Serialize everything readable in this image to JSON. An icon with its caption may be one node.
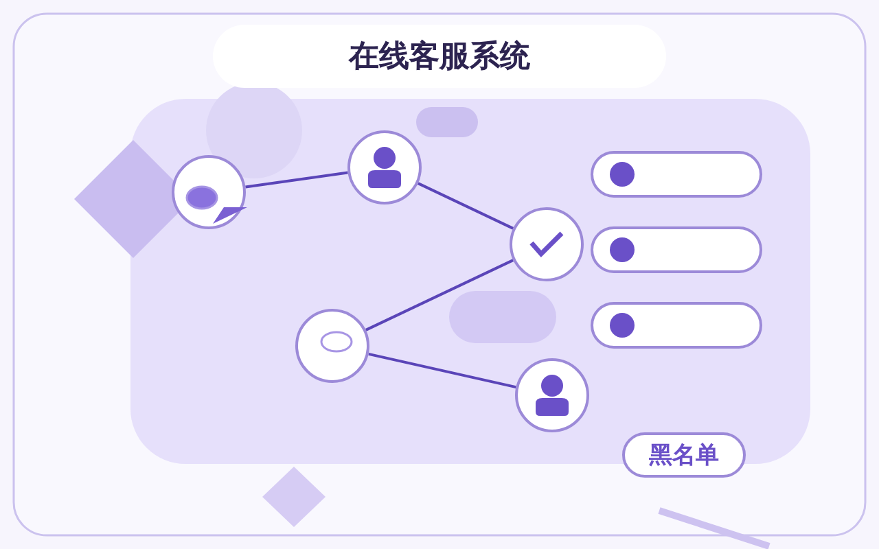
{
  "diagram": {
    "title": "在线客服系统",
    "nodes": [
      {
        "text": [],
        "shape": "circle"
      },
      {
        "text": [],
        "shape": "circle"
      },
      {
        "text": [],
        "shape": "circle"
      },
      {
        "text": [],
        "shape": "circle"
      },
      {
        "text": [],
        "shape": "circle"
      },
      {
        "text": [],
        "shape": "bar"
      },
      {
        "text": [],
        "shape": "bar"
      },
      {
        "text": [],
        "shape": "bar"
      },
      {
        "text": [
          "黑名单"
        ]
      }
    ],
    "edges": [
      {
        "from": 0,
        "to": 1,
        "arrow": "none"
      },
      {
        "from": 1,
        "to": 2,
        "arrow": "none"
      },
      {
        "from": 3,
        "to": 2,
        "arrow": "none"
      },
      {
        "from": 3,
        "to": 4,
        "arrow": "none"
      }
    ]
  }
}
